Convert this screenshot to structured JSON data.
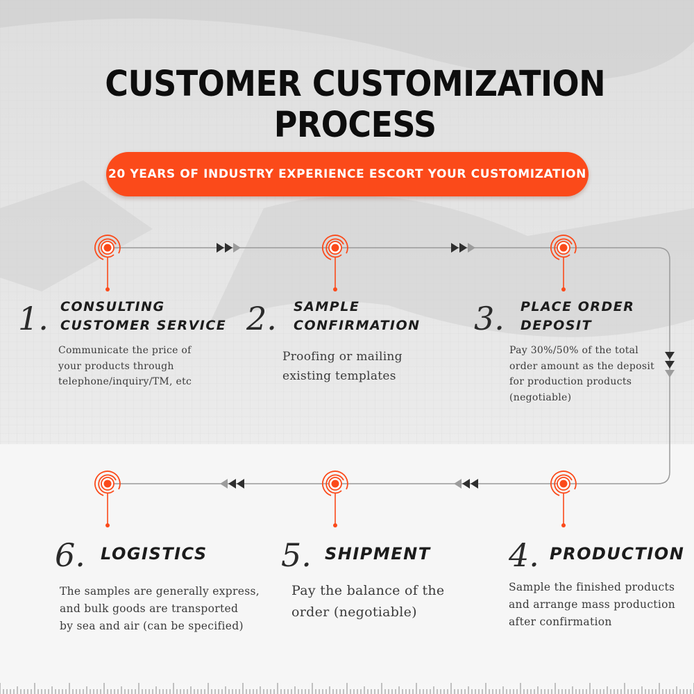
{
  "title": "CUSTOMER CUSTOMIZATION PROCESS",
  "banner": "20 YEARS OF INDUSTRY EXPERIENCE ESCORT YOUR CUSTOMIZATION",
  "colors": {
    "accent": "#fb4a1a",
    "line": "#9a9a9a",
    "arrow": "#2f2f2f",
    "text": "#1c1c1c"
  },
  "steps": [
    {
      "number": "1.",
      "title": "CONSULTING\nCUSTOMER SERVICE",
      "description": "Communicate the price of\nyour products through\ntelephone/inquiry/TM, etc"
    },
    {
      "number": "2.",
      "title": "SAMPLE\nCONFIRMATION",
      "description": "Proofing or mailing\nexisting templates"
    },
    {
      "number": "3.",
      "title": "PLACE ORDER\nDEPOSIT",
      "description": "Pay 30%/50% of the total\norder amount as the deposit\nfor production products\n(negotiable)"
    },
    {
      "number": "4.",
      "title": "PRODUCTION",
      "description": "Sample the finished products\nand arrange mass production\nafter confirmation"
    },
    {
      "number": "5.",
      "title": "SHIPMENT",
      "description": "Pay the balance of the\norder (negotiable)"
    },
    {
      "number": "6.",
      "title": "LOGISTICS",
      "description": "The samples are generally express,\nand bulk goods are transported\nby sea and air (can be specified)"
    }
  ]
}
